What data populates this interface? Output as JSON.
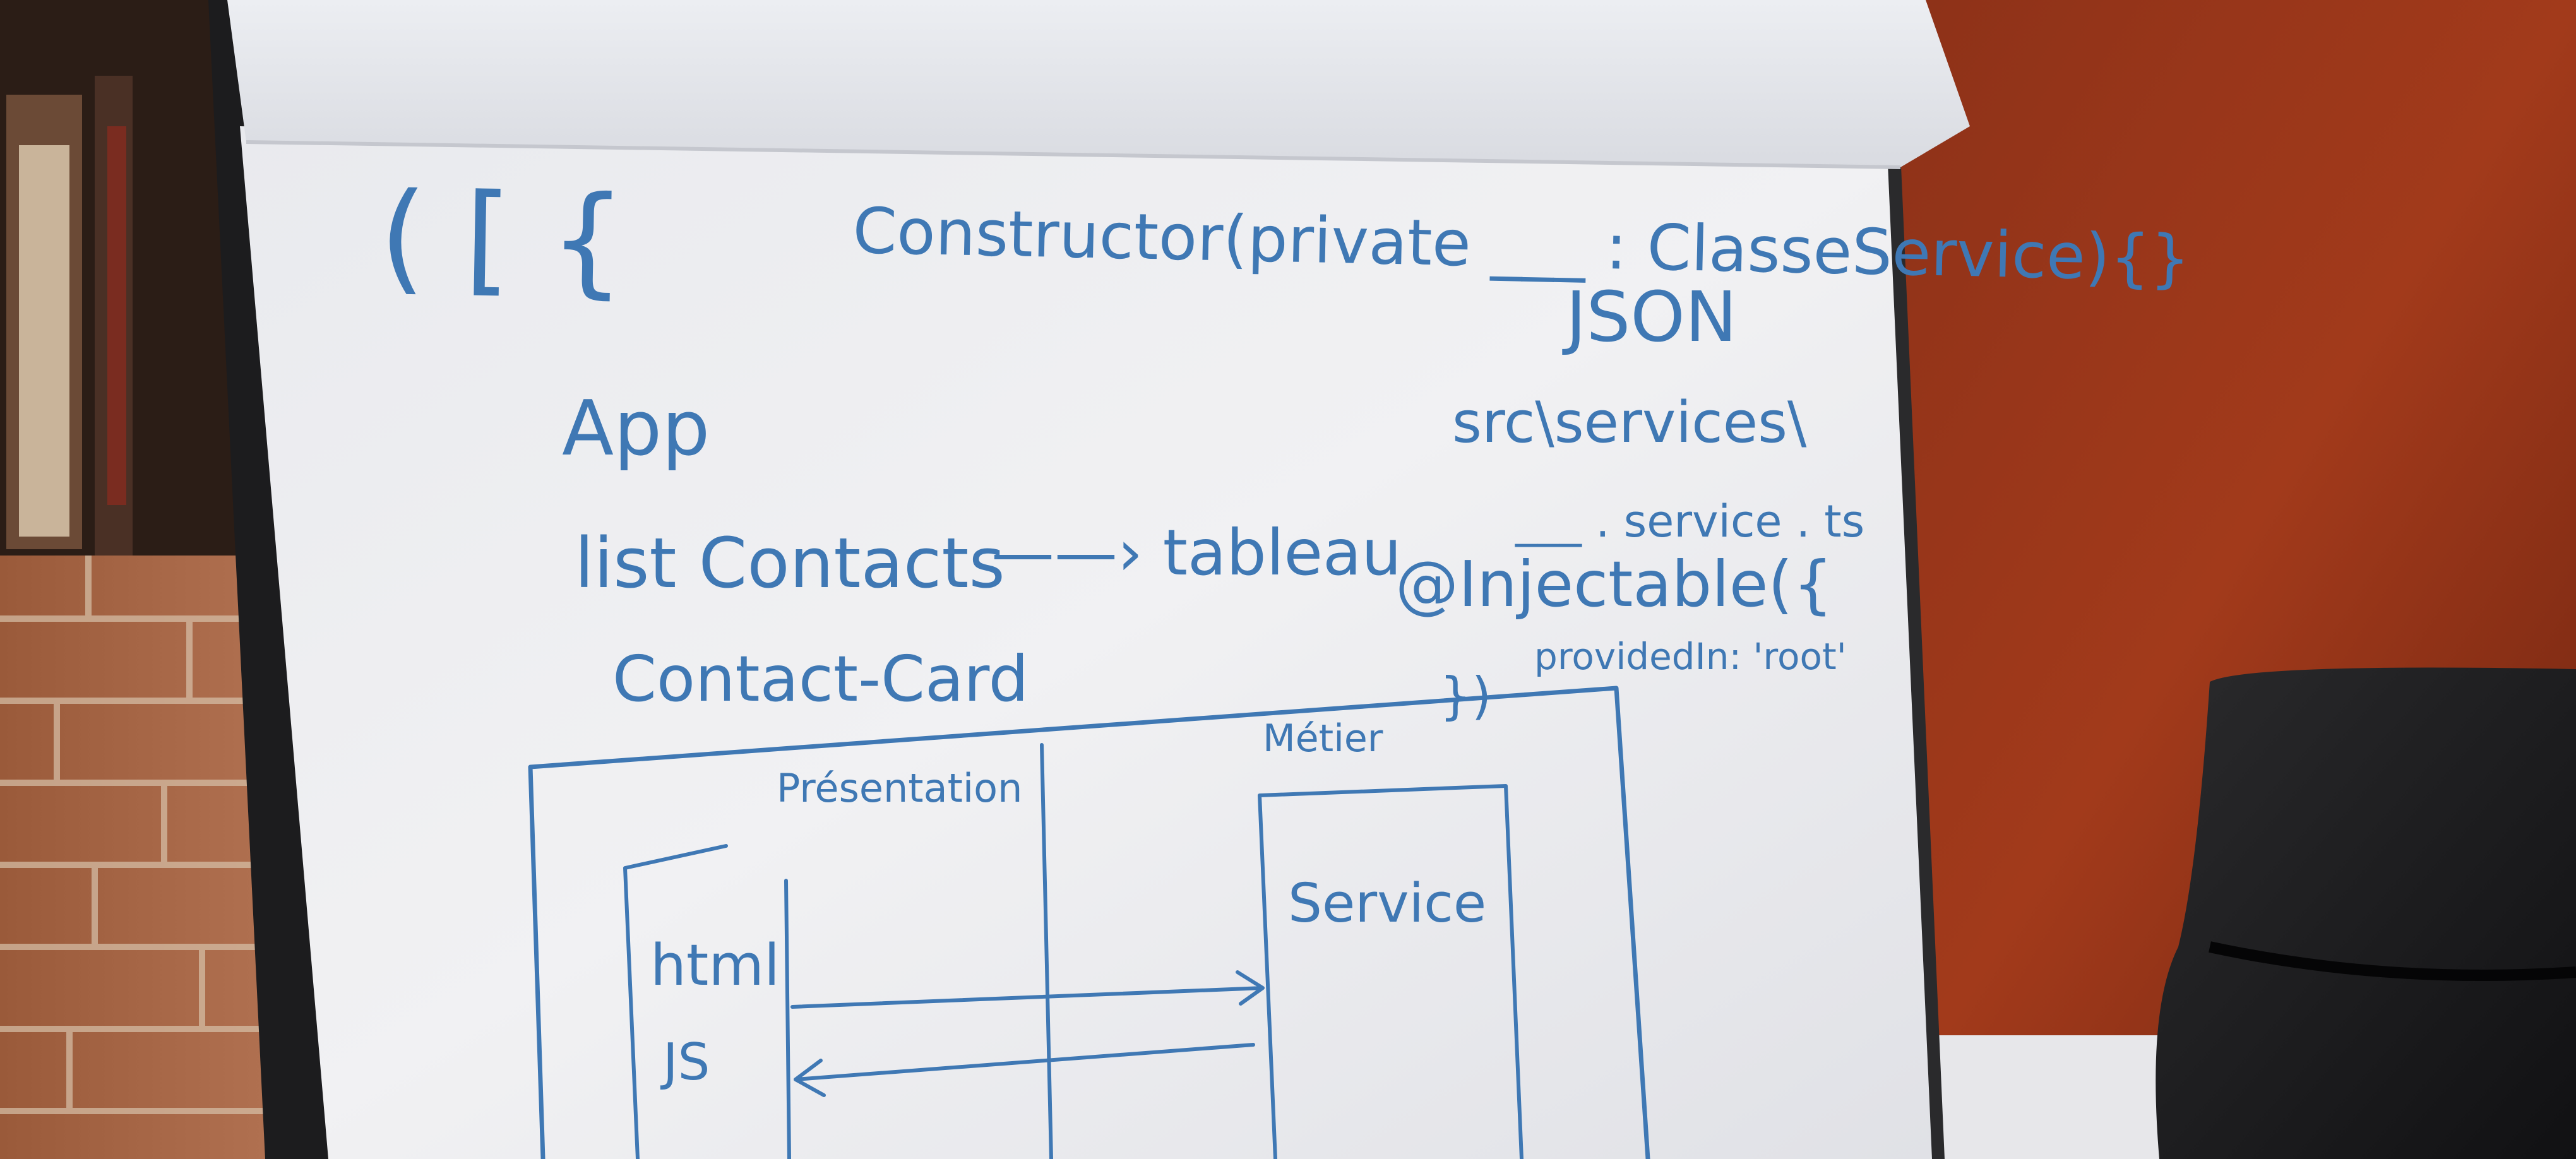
{
  "whiteboard": {
    "brackets": "( [ {",
    "constructor_line": "Constructor(private ___ : ClasseService){}",
    "json": "JSON",
    "app": "App",
    "src_path": "src\\services\\",
    "service_file": "___ . service . ts",
    "list_contacts": "list Contacts",
    "arrow_tableau": "——› tableau",
    "injectable": "@Injectable({",
    "provided_in": "providedIn: 'root'",
    "closing": "})",
    "contact_card": "Contact-Card"
  },
  "diagram": {
    "presentation": "Présentation",
    "metier": "Métier",
    "html": "html",
    "js": "JS",
    "service": "Service"
  }
}
